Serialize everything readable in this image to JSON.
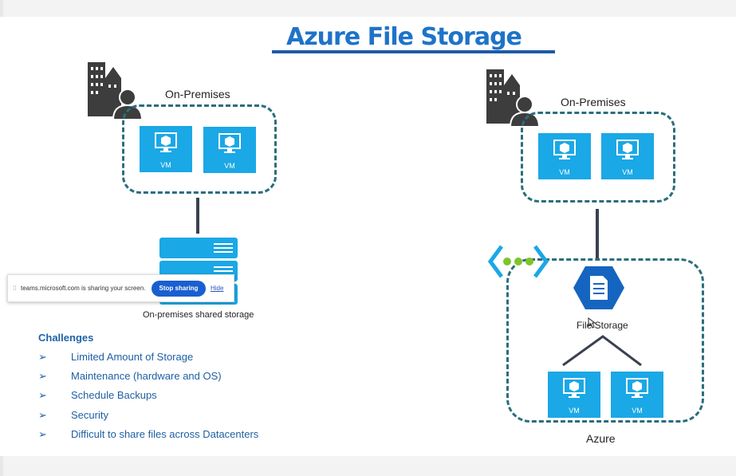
{
  "title": "Azure File Storage",
  "left": {
    "onprem_label": "On-Premises",
    "vm_labels": [
      "VM",
      "VM"
    ],
    "storage_label": "On-premises shared storage"
  },
  "right": {
    "onprem_label": "On-Premises",
    "vm_labels": [
      "VM",
      "VM"
    ],
    "file_storage_label": "File Storage",
    "azure_vm_labels": [
      "VM",
      "VM"
    ],
    "azure_label": "Azure"
  },
  "challenges": {
    "title": "Challenges",
    "items": [
      "Limited Amount of Storage",
      "Maintenance (hardware and OS)",
      "Schedule Backups",
      "Security",
      "Difficult to share files across Datacenters"
    ],
    "bullet_glyph": "➢"
  },
  "share_bar": {
    "message": "teams.microsoft.com is sharing your screen.",
    "stop_label": "Stop sharing",
    "hide_label": "Hide"
  },
  "colors": {
    "vm_fill": "#1aa8e6",
    "dashed_border": "#2b6e7c",
    "title": "#1e73c8",
    "hexagon": "#1565c0",
    "bullet_text": "#1e5fa3"
  },
  "icons": [
    "office-building-icon",
    "user-icon",
    "monitor-cube-icon",
    "server-rack-icon",
    "cloud-network-icon",
    "file-storage-icon",
    "cursor-icon"
  ]
}
